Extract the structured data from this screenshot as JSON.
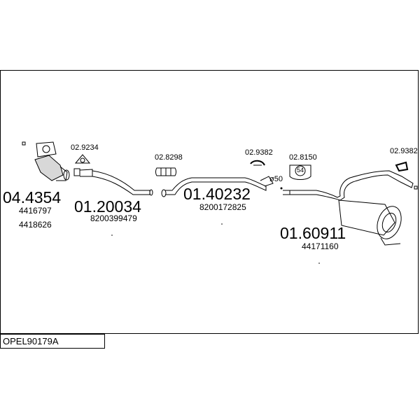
{
  "diagram": {
    "code": "OPEL90179A",
    "parts": [
      {
        "number": "04.4354",
        "refs": [
          "4416797",
          "4418626"
        ]
      },
      {
        "number": "01.20034",
        "refs": [
          "8200399479"
        ]
      },
      {
        "number": "01.40232",
        "refs": [
          "8200172825"
        ]
      },
      {
        "number": "01.60911",
        "refs": [
          "44171160"
        ]
      }
    ],
    "fittings": [
      {
        "number": "02.9234"
      },
      {
        "number": "02.8298"
      },
      {
        "number": "02.9382"
      },
      {
        "number": "02.8150"
      },
      {
        "number": "02.9382"
      }
    ],
    "pipe_diameter": "ø50",
    "clamp_size": "54"
  }
}
